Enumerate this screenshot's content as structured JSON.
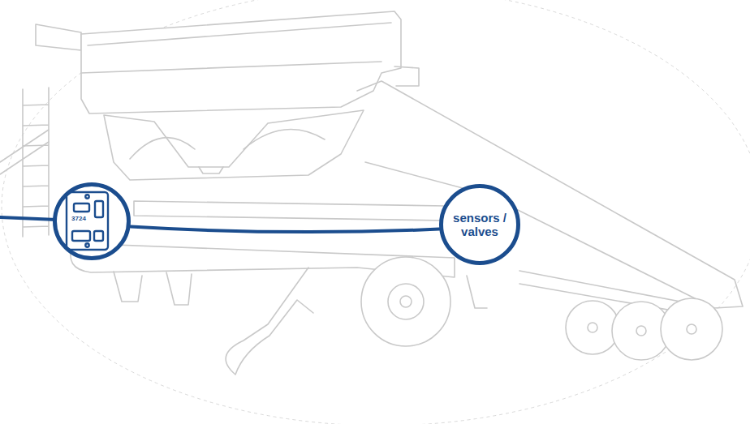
{
  "diagram": {
    "nodes": [
      {
        "text": [
          "3724"
        ]
      },
      {
        "text": [
          "sensors / valves"
        ]
      }
    ],
    "edges": [
      {
        "from": 0,
        "to": 1,
        "arrow": "none"
      }
    ]
  }
}
